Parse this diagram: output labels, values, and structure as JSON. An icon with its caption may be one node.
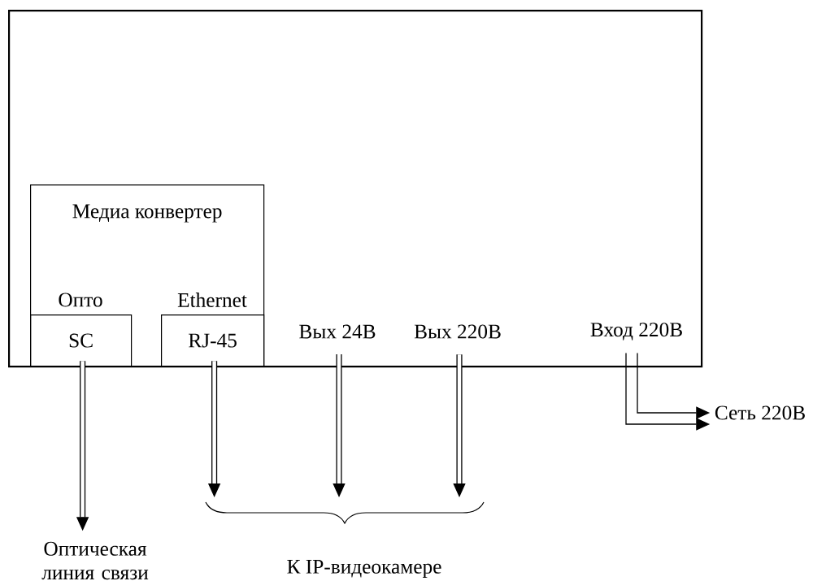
{
  "diagram": {
    "nodes": [
      {
        "text": [],
        "shape": "box"
      },
      {
        "text": [
          "Медиа конвертер"
        ],
        "in": 0
      },
      {
        "text": [
          "SC"
        ],
        "beside": [
          "Опто"
        ],
        "in": 1
      },
      {
        "text": [
          "RJ-45"
        ],
        "beside": [
          "Ethernet"
        ],
        "in": 1
      },
      {
        "text": [
          "Вых 24В"
        ],
        "in": 0
      },
      {
        "text": [
          "Вых 220В"
        ],
        "in": 0
      },
      {
        "text": [
          "Вход 220В"
        ],
        "in": 0
      },
      {
        "text": [
          "Оптическая линия связи"
        ]
      },
      {
        "text": [
          "К IP-видеокамере"
        ]
      },
      {
        "text": [
          "Сеть 220В"
        ]
      }
    ],
    "edges": [
      {
        "from": 2,
        "to": 7,
        "arrow": "to"
      },
      {
        "from": 3,
        "to": 8,
        "arrow": "to"
      },
      {
        "from": 4,
        "to": 8,
        "arrow": "to"
      },
      {
        "from": 5,
        "to": 8,
        "arrow": "to"
      },
      {
        "from": 6,
        "to": 9,
        "arrow": "to"
      },
      {
        "from": 6,
        "to": 9,
        "arrow": "to"
      }
    ]
  }
}
